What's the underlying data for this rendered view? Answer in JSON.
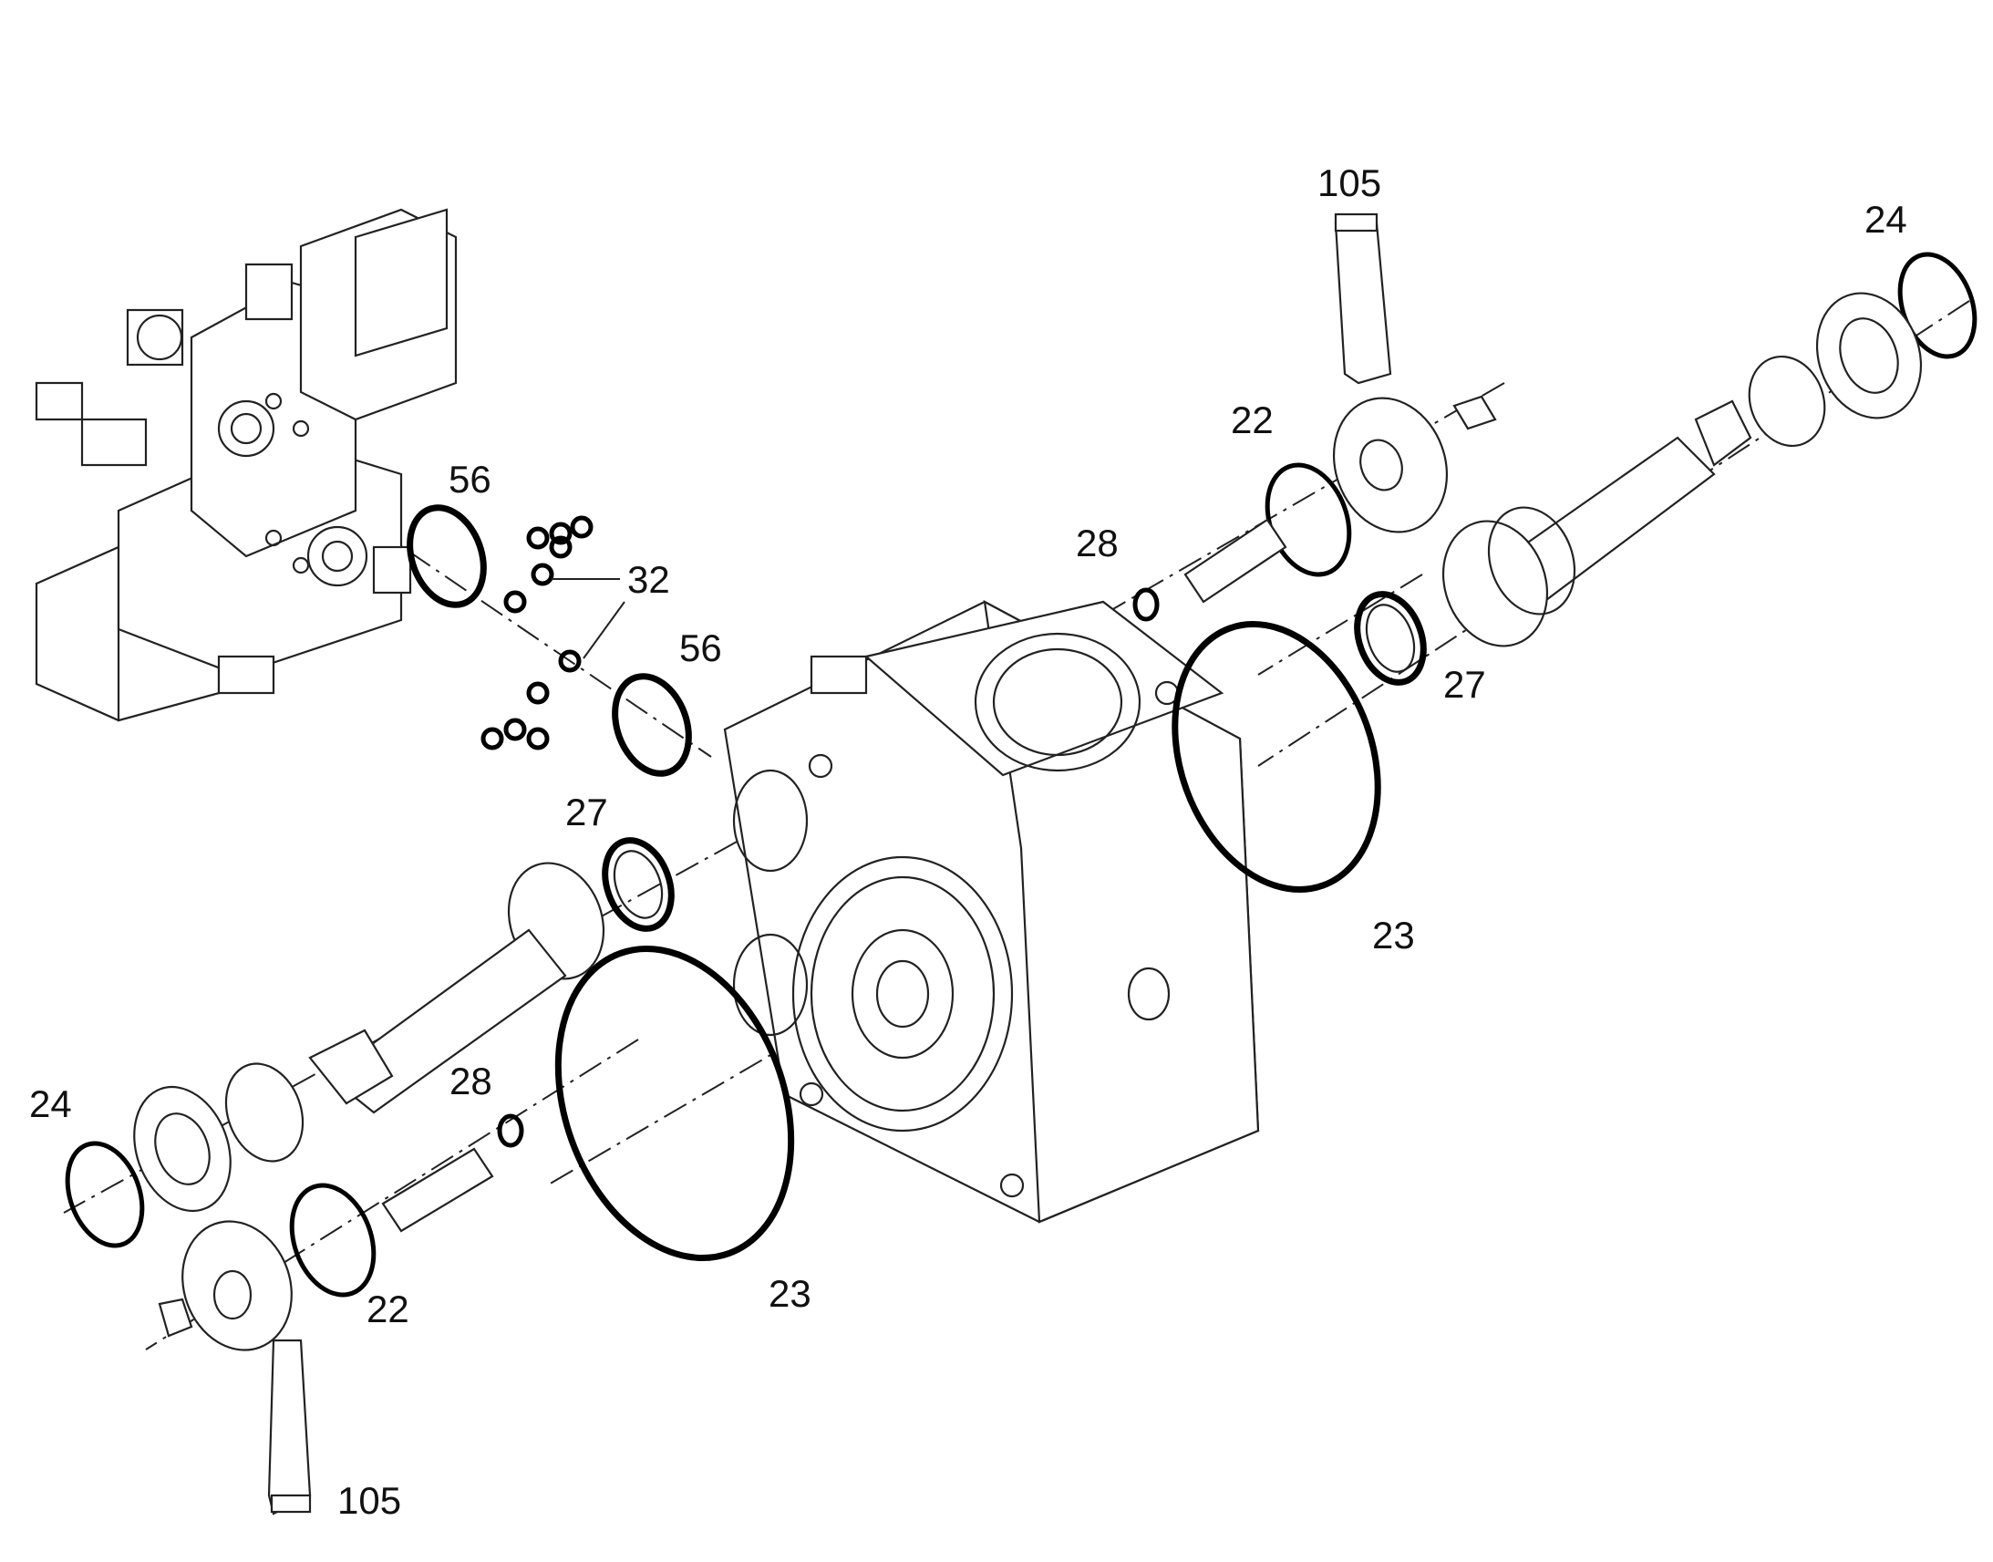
{
  "callouts": {
    "c105_top": "105",
    "c24_top": "24",
    "c22_top": "22",
    "c56_top": "56",
    "c28_top": "28",
    "c32": "32",
    "c56_mid": "56",
    "c27_right": "27",
    "c27_left": "27",
    "c23_right": "23",
    "c28_low": "28",
    "c24_left": "24",
    "c22_low": "22",
    "c23_low": "23",
    "c105_low": "105"
  },
  "colors": {
    "ink": "#000000",
    "background": "#ffffff"
  }
}
